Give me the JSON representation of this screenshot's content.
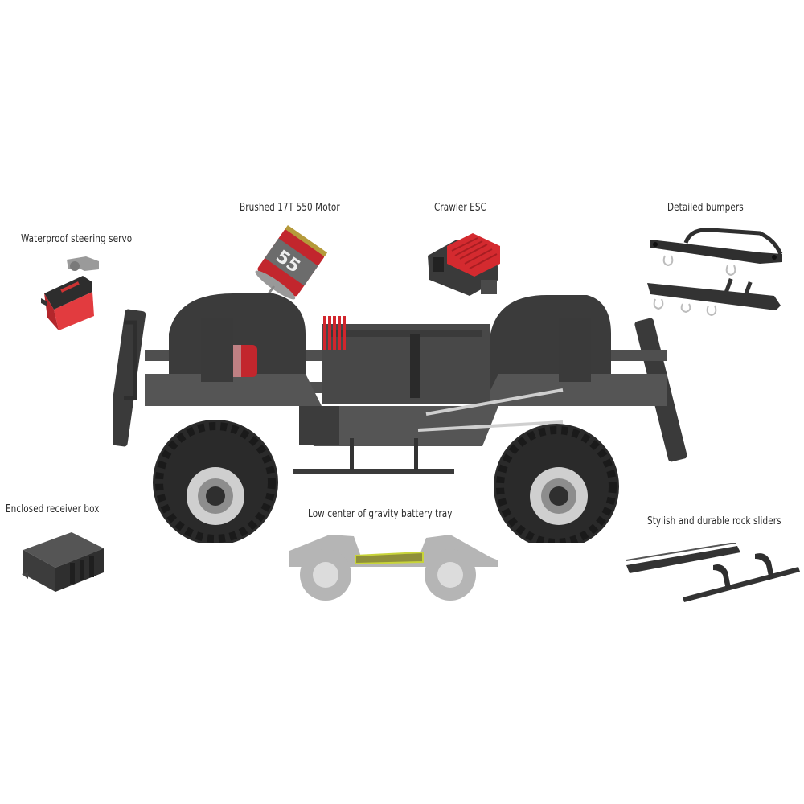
{
  "labels": {
    "servo": "Waterproof steering servo",
    "motor": "Brushed 17T 550 Motor",
    "esc": "Crawler ESC",
    "bumpers": "Detailed bumpers",
    "receiver_box": "Enclosed receiver box",
    "battery_tray": "Low center of gravity battery tray",
    "rock_sliders": "Stylish and durable rock sliders"
  },
  "colors": {
    "background": "#ffffff",
    "chassis": "#4a4a4a",
    "chassis_dark": "#2e2e2e",
    "accent_red": "#d8222a",
    "tire": "#2a2a2a",
    "wheel_silver": "#c9c9c9",
    "ghost_gray": "#a8a8a8",
    "battery_highlight": "#c8d43a",
    "text": "#2b2b2b"
  }
}
